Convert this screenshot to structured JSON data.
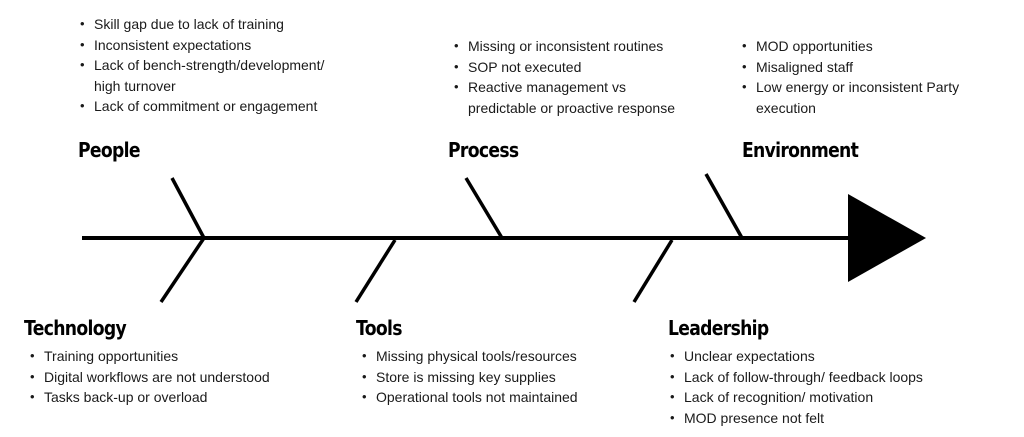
{
  "categories": {
    "people": {
      "title": "People",
      "items": [
        "Skill gap due to lack of training",
        "Inconsistent expectations",
        "Lack of bench-strength/development/",
        "high turnover",
        "Lack of commitment or engagement"
      ]
    },
    "process": {
      "title": "Process",
      "items": [
        "Missing or inconsistent routines",
        "SOP not executed",
        "Reactive management vs",
        "predictable or proactive response"
      ]
    },
    "environment": {
      "title": "Environment",
      "items": [
        "MOD opportunities",
        "Misaligned staff",
        "Low energy or inconsistent Party",
        "execution"
      ]
    },
    "technology": {
      "title": "Technology",
      "items": [
        "Training opportunities",
        "Digital workflows are not understood",
        "Tasks back-up or overload"
      ]
    },
    "tools": {
      "title": "Tools",
      "items": [
        "Missing physical tools/resources",
        "Store is missing key supplies",
        "Operational tools not maintained"
      ]
    },
    "leadership": {
      "title": "Leadership",
      "items": [
        "Unclear expectations",
        "Lack of follow-through/ feedback loops",
        "Lack of recognition/ motivation",
        "MOD presence not felt"
      ]
    }
  },
  "colors": {
    "line": "#000000",
    "text": "#1a1a1a",
    "background": "#ffffff"
  }
}
